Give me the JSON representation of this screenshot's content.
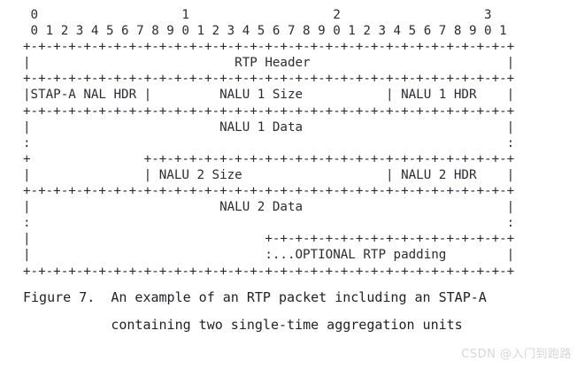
{
  "figure": {
    "id": "rfc6184-figure-7",
    "bit_ruler": {
      "tens_row": " 0                   1                   2                   3",
      "units_row": " 0 1 2 3 4 5 6 7 8 9 0 1 2 3 4 5 6 7 8 9 0 1 2 3 4 5 6 7 8 9 0 1"
    },
    "diagram_lines": [
      "+-+-+-+-+-+-+-+-+-+-+-+-+-+-+-+-+-+-+-+-+-+-+-+-+-+-+-+-+-+-+-+-+",
      "|                           RTP Header                          |",
      "+-+-+-+-+-+-+-+-+-+-+-+-+-+-+-+-+-+-+-+-+-+-+-+-+-+-+-+-+-+-+-+-+",
      "|STAP-A NAL HDR |         NALU 1 Size           | NALU 1 HDR    |",
      "+-+-+-+-+-+-+-+-+-+-+-+-+-+-+-+-+-+-+-+-+-+-+-+-+-+-+-+-+-+-+-+-+",
      "|                         NALU 1 Data                           |",
      ":                                                               :",
      "+               +-+-+-+-+-+-+-+-+-+-+-+-+-+-+-+-+-+-+-+-+-+-+-+-+",
      "|               | NALU 2 Size                   | NALU 2 HDR    |",
      "+-+-+-+-+-+-+-+-+-+-+-+-+-+-+-+-+-+-+-+-+-+-+-+-+-+-+-+-+-+-+-+-+",
      "|                         NALU 2 Data                           |",
      ":                                                               :",
      "|                               +-+-+-+-+-+-+-+-+-+-+-+-+-+-+-+-+",
      "|                               :...OPTIONAL RTP padding        |",
      "+-+-+-+-+-+-+-+-+-+-+-+-+-+-+-+-+-+-+-+-+-+-+-+-+-+-+-+-+-+-+-+-+"
    ],
    "field_labels": [
      "RTP Header",
      "STAP-A NAL HDR",
      "NALU 1 Size",
      "NALU 1 HDR",
      "NALU 1 Data",
      "NALU 2 Size",
      "NALU 2 HDR",
      "NALU 2 Data",
      "OPTIONAL RTP padding"
    ],
    "caption": {
      "line1": "Figure 7.  An example of an RTP packet including an STAP-A",
      "line2": "           containing two single-time aggregation units"
    }
  },
  "watermark": {
    "text": "CSDN @入门到跑路"
  },
  "colors": {
    "background": "#ffffff",
    "text": "#2b2b33",
    "caption_text": "#1f1f26",
    "watermark": "#d6d6d6"
  }
}
